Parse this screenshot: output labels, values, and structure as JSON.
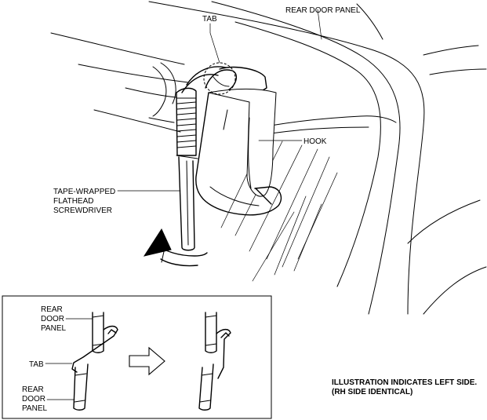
{
  "labels": {
    "tab_top": "TAB",
    "rear_door_panel_top": "REAR DOOR PANEL",
    "hook": "HOOK",
    "screwdriver_line1": "TAPE-WRAPPED",
    "screwdriver_line2": "FLATHEAD",
    "screwdriver_line3": "SCREWDRIVER",
    "inset_upper_line1": "REAR",
    "inset_upper_line2": "DOOR",
    "inset_upper_line3": "PANEL",
    "inset_tab": "TAB",
    "inset_lower_line1": "REAR",
    "inset_lower_line2": "DOOR",
    "inset_lower_line3": "PANEL"
  },
  "note": {
    "line1": "ILLUSTRATION INDICATES LEFT SIDE.",
    "line2": "(RH SIDE IDENTICAL)"
  }
}
